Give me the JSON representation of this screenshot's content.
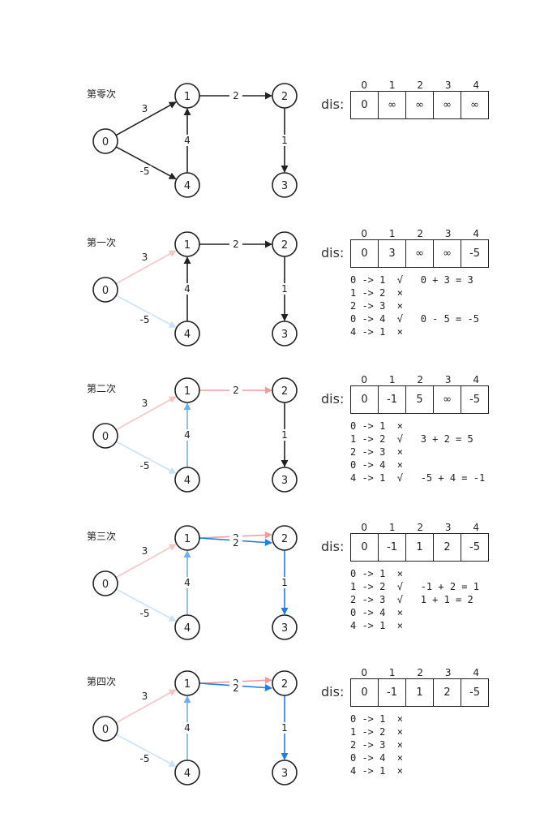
{
  "indices": [
    "0",
    "1",
    "2",
    "3",
    "4"
  ],
  "dis_label": "dis:",
  "nodes": [
    "0",
    "1",
    "2",
    "3",
    "4"
  ],
  "edge_labels": {
    "e01": "3",
    "e04": "-5",
    "e12": "2",
    "e23": "1",
    "e41": "4"
  },
  "colors": {
    "black": "#222222",
    "pink_light": "#f7c5c5",
    "blue_light": "#c9e2fb",
    "red": "#f29b9b",
    "blue_mid": "#6ab0f3",
    "blue": "#1a7fe8"
  },
  "iterations": [
    {
      "title": "第零次",
      "dis": [
        "0",
        "∞",
        "∞",
        "∞",
        "∞"
      ],
      "log": [],
      "edges": {
        "e01": "black",
        "e04": "black",
        "e12": "black",
        "e23": "black",
        "e41": "black"
      }
    },
    {
      "title": "第一次",
      "dis": [
        "0",
        "3",
        "∞",
        "∞",
        "-5"
      ],
      "log": [
        "0 -> 1  √   0 + 3 = 3",
        "1 -> 2  ×",
        "2 -> 3  ×",
        "0 -> 4  √   0 - 5 = -5",
        "4 -> 1  ×"
      ],
      "edges": {
        "e01": "pink_light",
        "e04": "blue_light",
        "e12": "black",
        "e23": "black",
        "e41": "black"
      }
    },
    {
      "title": "第二次",
      "dis": [
        "0",
        "-1",
        "5",
        "∞",
        "-5"
      ],
      "log": [
        "0 -> 1  ×",
        "1 -> 2  √   3 + 2 = 5",
        "2 -> 3  ×",
        "0 -> 4  ×",
        "4 -> 1  √   -5 + 4 = -1"
      ],
      "edges": {
        "e01": "pink_light",
        "e04": "blue_light",
        "e12": "red",
        "e23": "black",
        "e41": "blue_mid"
      }
    },
    {
      "title": "第三次",
      "dis": [
        "0",
        "-1",
        "1",
        "2",
        "-5"
      ],
      "log": [
        "0 -> 1  ×",
        "1 -> 2  √   -1 + 2 = 1",
        "2 -> 3  √   1 + 1 = 2",
        "0 -> 4  ×",
        "4 -> 1  ×"
      ],
      "edges": {
        "e01": "pink_light",
        "e04": "blue_light",
        "e12": "red",
        "e12b": "blue",
        "e23": "blue",
        "e41": "blue_mid"
      }
    },
    {
      "title": "第四次",
      "dis": [
        "0",
        "-1",
        "1",
        "2",
        "-5"
      ],
      "log": [
        "0 -> 1  ×",
        "1 -> 2  ×",
        "2 -> 3  ×",
        "0 -> 4  ×",
        "4 -> 1  ×"
      ],
      "edges": {
        "e01": "pink_light",
        "e04": "blue_light",
        "e12": "red",
        "e12b": "blue",
        "e23": "blue",
        "e41": "blue_mid"
      }
    }
  ]
}
